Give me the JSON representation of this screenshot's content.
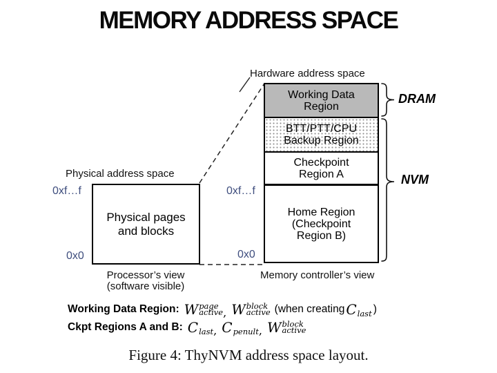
{
  "slide": {
    "title": "MEMORY ADDRESS SPACE"
  },
  "diagram": {
    "hardware_space_label": "Hardware address space",
    "physical_space_label": "Physical address space",
    "physical_box_label": "Physical pages and blocks",
    "regions": [
      {
        "name": "Working Data Region"
      },
      {
        "name": "BTT/PTT/CPU Backup Region"
      },
      {
        "name": "Checkpoint Region A"
      },
      {
        "name": "Home Region (Checkpoint Region B)"
      }
    ],
    "memory_types": [
      {
        "label": "DRAM"
      },
      {
        "label": "NVM"
      }
    ],
    "address_labels": {
      "left_top": "0xf…f",
      "left_bottom": "0x0",
      "right_top": "0xf…f",
      "right_bottom": "0x0"
    },
    "views": {
      "processor_line1": "Processor’s view",
      "processor_line2": "(software visible)",
      "controller": "Memory controller’s view"
    },
    "colors": {
      "dram_fill": "#b9b9b9",
      "address_label": "#3f4e7e"
    }
  },
  "legend": {
    "line1": {
      "label": "Working Data Region",
      "colon": ":",
      "w_page": {
        "base": "W",
        "sup": "page",
        "sub": "active"
      },
      "comma": ",",
      "w_block": {
        "base": "W",
        "sup": "block",
        "sub": "active"
      },
      "when_text": "(when creating",
      "c_last": {
        "base": "C",
        "sub": "last"
      },
      "close_paren": ")"
    },
    "line2": {
      "label": "Ckpt Regions A and B",
      "colon": ":",
      "c_last": {
        "base": "C",
        "sub": "last"
      },
      "comma1": ",",
      "c_penult": {
        "base": "C",
        "sub": "penult"
      },
      "comma2": ",",
      "w_block": {
        "base": "W",
        "sup": "block",
        "sub": "active"
      }
    }
  },
  "caption": "Figure 4: ThyNVM address space layout."
}
